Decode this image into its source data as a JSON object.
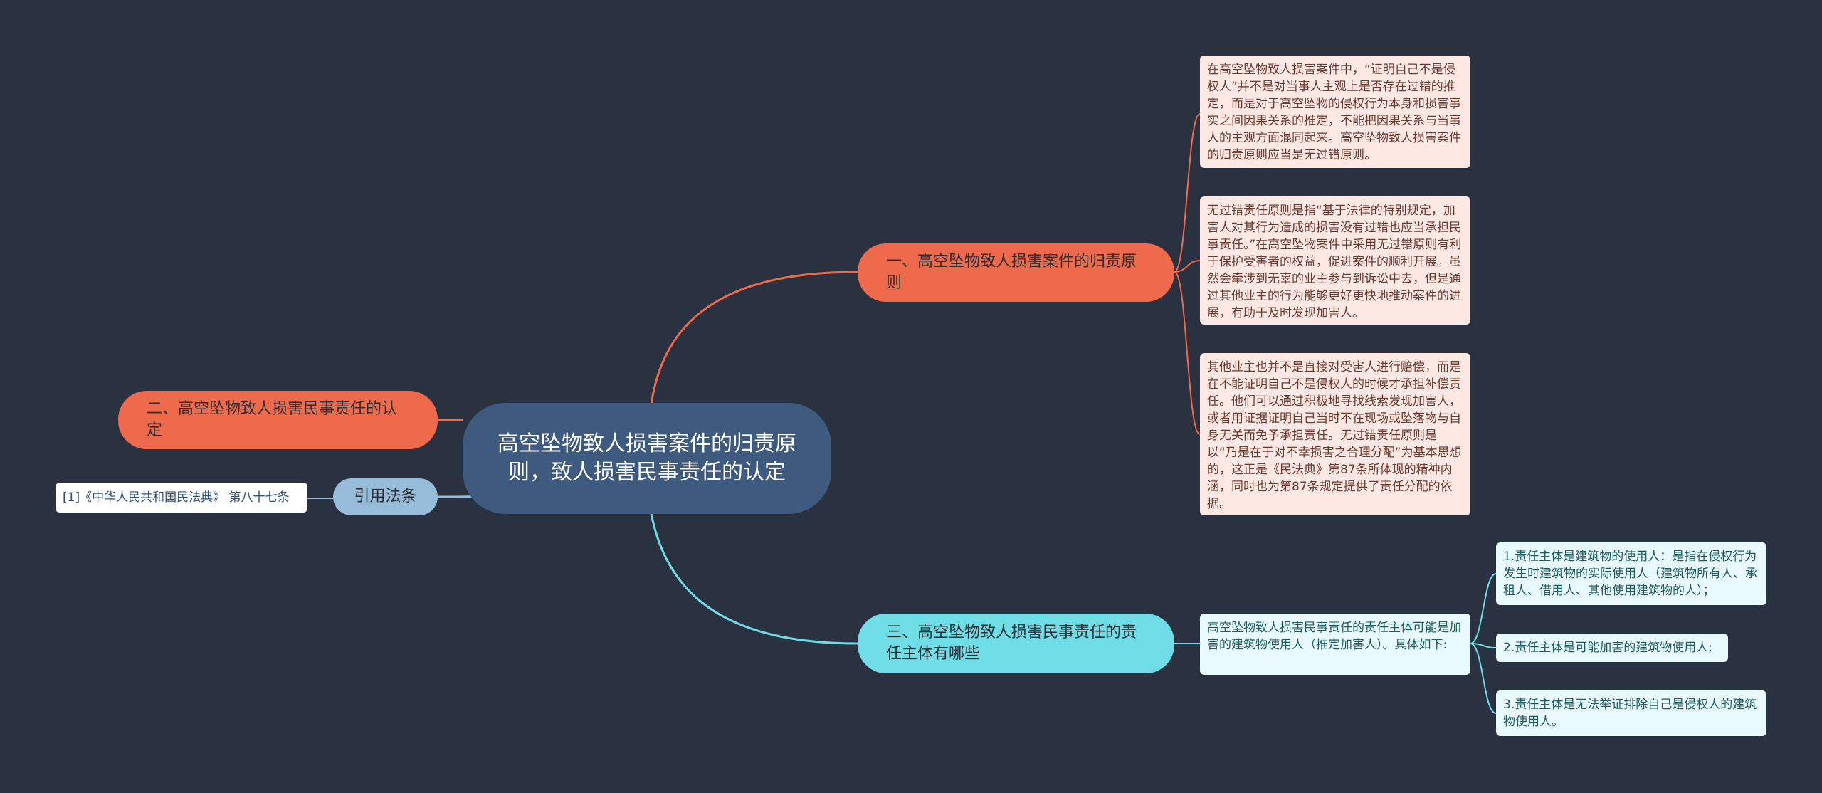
{
  "colors": {
    "background": "#2a3140",
    "center": "#3f5a7f",
    "orange": "#ee6a4b",
    "cyan": "#6fdde5",
    "blue": "#97bcd9",
    "pink_note": "#fde8e3",
    "mint_note": "#e8fafb"
  },
  "center": {
    "title": "高空坠物致人损害案件的归责原则，致人损害民事责任的认定"
  },
  "branches": {
    "b1": {
      "label": "一、高空坠物致人损害案件的归责原则",
      "notes": [
        "在高空坠物致人损害案件中，“证明自己不是侵权人”并不是对当事人主观上是否存在过错的推定，而是对于高空坠物的侵权行为本身和损害事实之间因果关系的推定，不能把因果关系与当事人的主观方面混同起来。高空坠物致人损害案件的归责原则应当是无过错原则。",
        "无过错责任原则是指“基于法律的特别规定，加害人对其行为造成的损害没有过错也应当承担民事责任。”在高空坠物案件中采用无过错原则有利于保护受害者的权益，促进案件的顺利开展。虽然会牵涉到无辜的业主参与到诉讼中去，但是通过其他业主的行为能够更好更快地推动案件的进展，有助于及时发现加害人。",
        "其他业主也并不是直接对受害人进行赔偿，而是在不能证明自己不是侵权人的时候才承担补偿责任。他们可以通过积极地寻找线索发现加害人，或者用证据证明自己当时不在现场或坠落物与自身无关而免予承担责任。无过错责任原则是以“乃是在于对不幸损害之合理分配”为基本思想的，这正是《民法典》第87条所体现的精神内涵，同时也为第87条规定提供了责任分配的依据。"
      ]
    },
    "b2": {
      "label": "二、高空坠物致人损害民事责任的认定"
    },
    "b3": {
      "label": "引用法条",
      "ref": "[1]《中华人民共和国民法典》 第八十七条"
    },
    "b4": {
      "label": "三、高空坠物致人损害民事责任的责任主体有哪些",
      "intro": "高空坠物致人损害民事责任的责任主体可能是加害的建筑物使用人（推定加害人）。具体如下:",
      "items": [
        "1.责任主体是建筑物的使用人：是指在侵权行为发生时建筑物的实际使用人（建筑物所有人、承租人、借用人、其他使用建筑物的人）；",
        "2.责任主体是可能加害的建筑物使用人;",
        "3.责任主体是无法举证排除自己是侵权人的建筑物使用人。"
      ]
    }
  }
}
